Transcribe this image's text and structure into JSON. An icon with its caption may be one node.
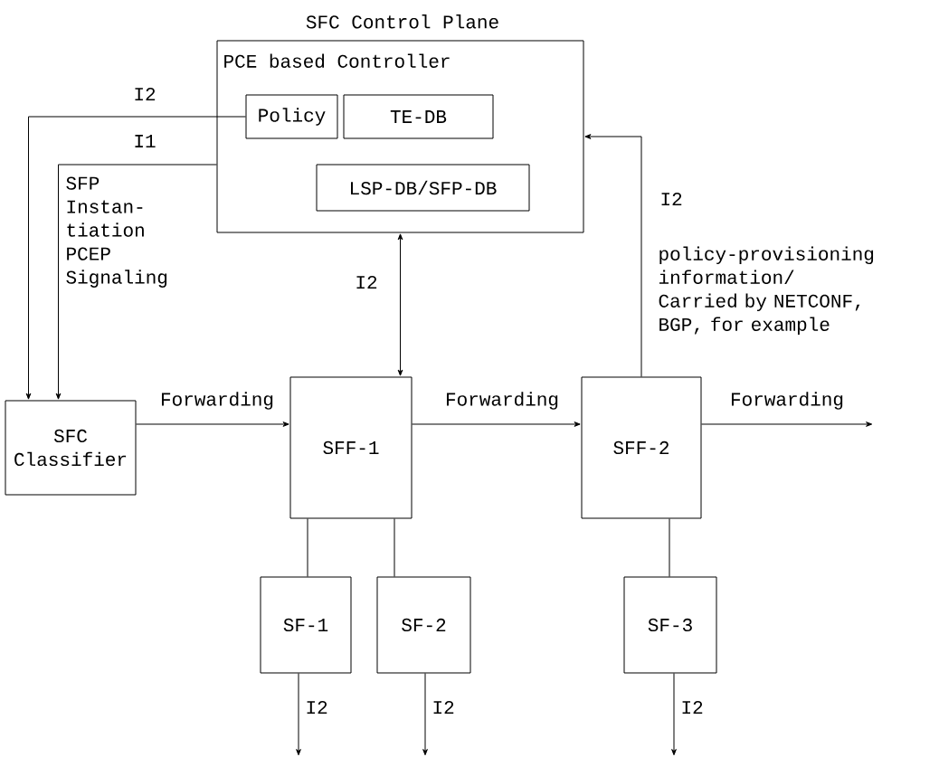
{
  "diagram": {
    "nodes": [
      {
        "text": [
          "SFC Control Plane",
          "PCE based Controller"
        ]
      },
      {
        "text": [
          "Policy"
        ],
        "in": 0
      },
      {
        "text": [
          "TE-DB"
        ],
        "in": 0
      },
      {
        "text": [
          "LSP-DB/SFP-DB"
        ],
        "in": 0
      },
      {
        "text": [
          "SFC Classifier"
        ]
      },
      {
        "text": [
          "SFF-1"
        ]
      },
      {
        "text": [
          "SFF-2"
        ]
      },
      {
        "text": [
          "SF-1"
        ]
      },
      {
        "text": [
          "SF-2"
        ]
      },
      {
        "text": [
          "SF-3"
        ]
      }
    ],
    "edges": [
      {
        "from": 1,
        "to": 4,
        "arrow": "to",
        "label": "I2"
      },
      {
        "from": 0,
        "to": 4,
        "arrow": "to",
        "label": "I1"
      },
      {
        "from": 0,
        "to": 5,
        "arrow": "both",
        "label": "I2"
      },
      {
        "from": 6,
        "to": 0,
        "arrow": "to",
        "label": "I2"
      },
      {
        "from": 4,
        "to": 5,
        "arrow": "to",
        "label": "Forwarding"
      },
      {
        "from": 5,
        "to": 6,
        "arrow": "to",
        "label": "Forwarding"
      },
      {
        "from": 6,
        "to": null,
        "arrow": "to",
        "label": "Forwarding"
      },
      {
        "from": 5,
        "to": 7,
        "arrow": "none"
      },
      {
        "from": 5,
        "to": 8,
        "arrow": "none"
      },
      {
        "from": 6,
        "to": 9,
        "arrow": "none"
      },
      {
        "from": 7,
        "to": null,
        "arrow": "to",
        "label": "I2"
      },
      {
        "from": 8,
        "to": null,
        "arrow": "to",
        "label": "I2"
      },
      {
        "from": 9,
        "to": null,
        "arrow": "to",
        "label": "I2"
      }
    ],
    "labels": [
      "SFP Instan- tiation PCEP Signaling",
      "policy-provisioning information/ Carried by NETCONF, BGP, for example"
    ]
  }
}
